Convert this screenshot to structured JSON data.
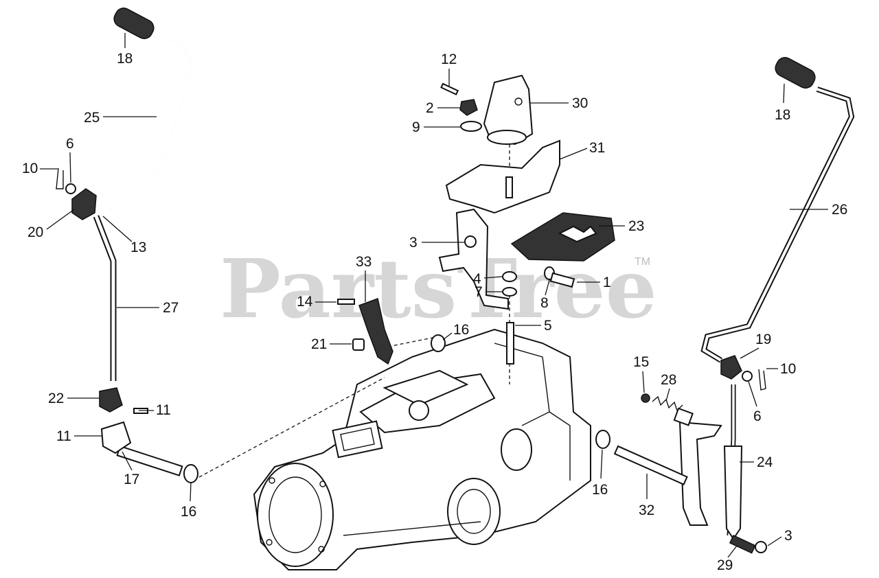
{
  "watermark": {
    "text": "PartsTree",
    "trademark": "TM"
  },
  "callouts": {
    "c1": "1",
    "c2": "2",
    "c3a": "3",
    "c3b": "3",
    "c4": "4",
    "c5": "5",
    "c6a": "6",
    "c6b": "6",
    "c7": "7",
    "c8": "8",
    "c9": "9",
    "c10a": "10",
    "c10b": "10",
    "c11a": "11",
    "c11b": "11",
    "c12": "12",
    "c13": "13",
    "c14": "14",
    "c15": "15",
    "c16a": "16",
    "c16b": "16",
    "c16c": "16",
    "c17": "17",
    "c18a": "18",
    "c18b": "18",
    "c19": "19",
    "c20": "20",
    "c21": "21",
    "c22": "22",
    "c23": "23",
    "c24": "24",
    "c25": "25",
    "c26": "26",
    "c27": "27",
    "c28": "28",
    "c29": "29",
    "c30": "30",
    "c31": "31",
    "c32": "32",
    "c33": "33"
  },
  "colors": {
    "ink": "#111111",
    "watermark": "#cfcfcf",
    "background": "#ffffff"
  }
}
